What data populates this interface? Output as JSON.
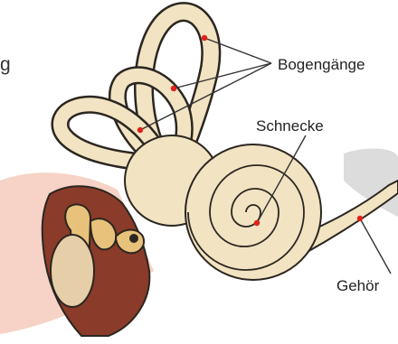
{
  "edge_fragment": "g",
  "labels": {
    "bogengaenge": "Bogengänge",
    "schnecke": "Schnecke",
    "gehoer": "Gehör"
  },
  "colors": {
    "bone": "#f2e3c2",
    "bone_outline": "#2b2620",
    "ossicle": "#e8c27a",
    "tissue": "#8a3b2a",
    "skin": "#f0b9a3",
    "marker": "#e0201a",
    "pointer": "#333333"
  }
}
